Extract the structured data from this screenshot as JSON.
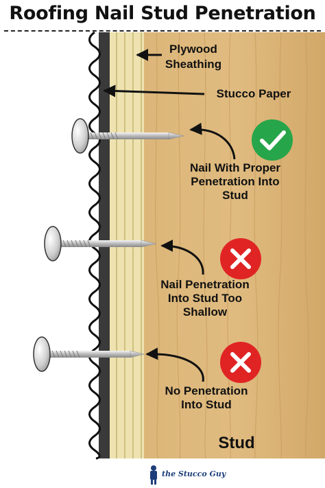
{
  "title": "Roofing Nail Stud Penetration",
  "labels": {
    "plywood": [
      "Plywood",
      "Sheathing"
    ],
    "stucco_paper": "Stucco Paper",
    "proper": [
      "Nail With Proper",
      "Penetration Into",
      "Stud"
    ],
    "shallow": [
      "Nail Penetration",
      "Into Stud Too",
      "Shallow"
    ],
    "none": [
      "No Penetration",
      "Into Stud"
    ],
    "stud": "Stud"
  },
  "status": {
    "proper": "correct",
    "shallow": "incorrect",
    "none": "incorrect"
  },
  "colors": {
    "wood": "#d9b274",
    "plywood": "#eee3b0",
    "stucco_paper": "#3a3a3a",
    "check_green": "#27a54a",
    "cross_red": "#e02424"
  },
  "logo_text": "the Stucco Guy"
}
